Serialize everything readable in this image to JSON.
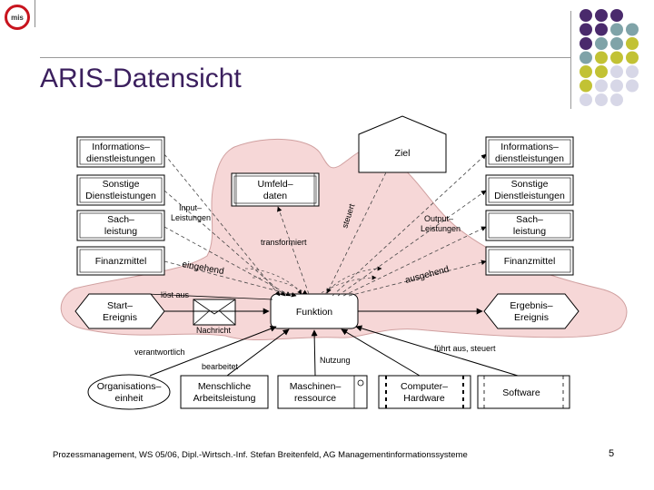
{
  "slide": {
    "logo_text": "mis",
    "title": "ARIS-Datensicht",
    "footer": "Prozessmanagement, WS 05/06, Dipl.-Wirtsch.-Inf. Stefan Breitenfeld, AG Managementinformationssysteme",
    "page_number": "5"
  },
  "colors": {
    "purple": "#4a2a6c",
    "teal": "#7fa3a8",
    "olive": "#c2c234",
    "lavender": "#d7d7e7",
    "blob_fill": "#f6d7d7",
    "blob_stroke": "#d0a0a0",
    "title": "#3b1f5e"
  },
  "diagram": {
    "left_boxes": [
      {
        "line1": "Informations–",
        "line2": "dienstleistungen"
      },
      {
        "line1": "Sonstige",
        "line2": "Dienstleistungen"
      },
      {
        "line1": "Sach–",
        "line2": "leistung"
      },
      {
        "line1": "Finanzmittel",
        "line2": ""
      }
    ],
    "right_boxes": [
      {
        "line1": "Informations–",
        "line2": "dienstleistungen"
      },
      {
        "line1": "Sonstige",
        "line2": "Dienstleistungen"
      },
      {
        "line1": "Sach–",
        "line2": "leistung"
      },
      {
        "line1": "Finanzmittel",
        "line2": ""
      }
    ],
    "ziel": "Ziel",
    "umfeld": {
      "line1": "Umfeld–",
      "line2": "daten"
    },
    "funktion": "Funktion",
    "start": {
      "line1": "Start–",
      "line2": "Ereignis"
    },
    "ergebnis": {
      "line1": "Ergebnis–",
      "line2": "Ereignis"
    },
    "nachricht": "Nachricht",
    "bottom_boxes": {
      "org": {
        "line1": "Organisations–",
        "line2": "einheit"
      },
      "mensch": {
        "line1": "Menschliche",
        "line2": "Arbeitsleistung"
      },
      "maschine": {
        "line1": "Maschinen–",
        "line2": "ressource"
      },
      "computer": {
        "line1": "Computer–",
        "line2": "Hardware"
      },
      "software": "Software"
    },
    "labels": {
      "input_1": "Input–",
      "input_2": "Leistungen",
      "output_1": "Output–",
      "output_2": "Leistungen",
      "transformiert": "transformiert",
      "steuert": "steuert",
      "eingehend": "eingehend",
      "ausgehend": "ausgehend",
      "loest_aus": "löst aus",
      "verantwortlich": "verantwortlich",
      "bearbeitet": "bearbeitet",
      "nutzung": "Nutzung",
      "fuehrt_aus": "führt aus, steuert"
    }
  }
}
